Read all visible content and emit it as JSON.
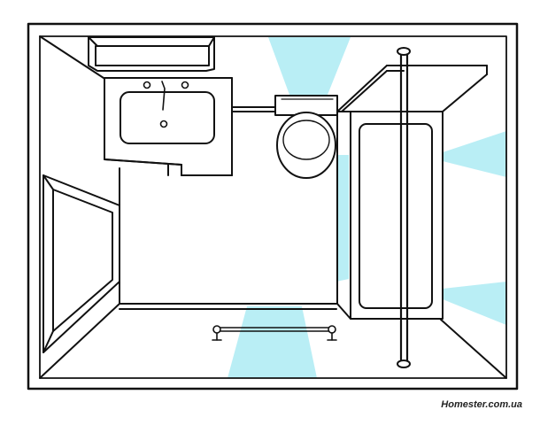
{
  "diagram": {
    "description_visible": false,
    "elements": [
      "outer-wall",
      "room-floor",
      "left-wall-perspective",
      "right-wall-perspective",
      "wall-cabinet",
      "vanity-sink",
      "faucet",
      "toilet",
      "bathtub",
      "shower-rod",
      "towel-bar",
      "light-beams"
    ]
  },
  "credit": {
    "text": "Homester.com.ua"
  },
  "colors": {
    "line": "#111111",
    "beam": "#b9eef5",
    "paper": "#ffffff"
  }
}
